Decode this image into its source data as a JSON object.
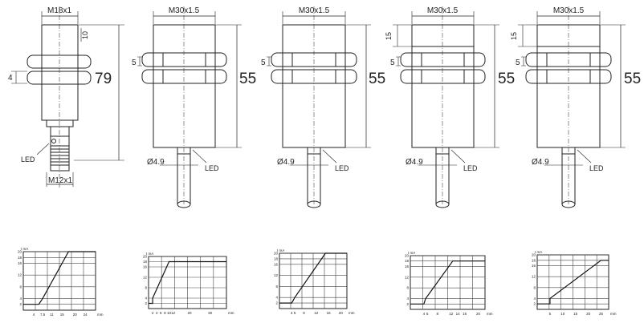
{
  "sensors": [
    {
      "id": "m18",
      "thread_label": "M18x1",
      "connector_label": "M12x1",
      "length_label": "79",
      "nut_label": "4",
      "dim_label": "10",
      "led_label": "LED"
    },
    {
      "id": "m30-a",
      "thread_label": "M30x1.5",
      "length_label": "55",
      "nut_label": "5",
      "cable_label": "Ø4.9",
      "led_label": "LED"
    },
    {
      "id": "m30-b",
      "thread_label": "M30x1.5",
      "length_label": "55",
      "nut_label": "5",
      "cable_label": "Ø4.9",
      "led_label": "LED"
    },
    {
      "id": "m30-c",
      "thread_label": "M30x1.5",
      "length_label": "55",
      "nut_label": "5",
      "head_label": "15",
      "cable_label": "Ø4.9",
      "led_label": "LED"
    },
    {
      "id": "m30-d",
      "thread_label": "M30x1.5",
      "length_label": "55",
      "nut_label": "5",
      "head_label": "15",
      "cable_label": "Ø4.9",
      "led_label": "LED"
    }
  ],
  "chart_data": [
    {
      "type": "line",
      "ylabel": "I mA",
      "xlabel": "mm",
      "yticks": [
        "2",
        "4",
        "8",
        "12",
        "16",
        "18",
        "20"
      ],
      "ytick_vals": [
        2,
        4,
        8,
        12,
        16,
        18,
        20
      ],
      "xticks": [
        "4",
        "7.5",
        "11",
        "15",
        "20",
        "24"
      ],
      "xtick_vals": [
        4,
        7.5,
        11,
        15,
        20,
        24
      ],
      "xlim": [
        0,
        28
      ],
      "ylim": [
        0,
        20
      ],
      "x": [
        0,
        6,
        7.5,
        17.5,
        28
      ],
      "y": [
        2,
        2,
        4,
        20,
        20
      ]
    },
    {
      "type": "line",
      "ylabel": "I mA",
      "xlabel": "mm",
      "yticks": [
        "2",
        "4",
        "8",
        "12",
        "16",
        "18",
        "20"
      ],
      "ytick_vals": [
        2,
        4,
        8,
        12,
        16,
        18,
        20
      ],
      "xticks": [
        "2",
        "4",
        "6",
        "8",
        "10",
        "12",
        "20",
        "30"
      ],
      "xtick_vals": [
        2,
        4,
        6,
        8,
        10,
        12,
        20,
        30
      ],
      "xlim": [
        0,
        38
      ],
      "ylim": [
        0,
        20
      ],
      "x": [
        0,
        2,
        2,
        10,
        38
      ],
      "y": [
        2,
        2,
        4,
        18,
        18
      ]
    },
    {
      "type": "line",
      "ylabel": "I mA",
      "xlabel": "mm",
      "yticks": [
        "2",
        "4",
        "8",
        "12",
        "16",
        "18",
        "20"
      ],
      "ytick_vals": [
        2,
        4,
        8,
        12,
        16,
        18,
        20
      ],
      "xticks": [
        "4",
        "5",
        "8",
        "12",
        "16",
        "20"
      ],
      "xtick_vals": [
        4,
        5,
        8,
        12,
        16,
        20
      ],
      "xlim": [
        0,
        22
      ],
      "ylim": [
        0,
        20
      ],
      "x": [
        0,
        4,
        5,
        15,
        22
      ],
      "y": [
        2,
        2,
        4,
        20,
        20
      ]
    },
    {
      "type": "line",
      "ylabel": "I mA",
      "xlabel": "mm",
      "yticks": [
        "2",
        "4",
        "8",
        "12",
        "16",
        "18",
        "20"
      ],
      "ytick_vals": [
        2,
        4,
        8,
        12,
        16,
        18,
        20
      ],
      "xticks": [
        "4",
        "5",
        "8",
        "12",
        "14",
        "16",
        "20"
      ],
      "xtick_vals": [
        4,
        5,
        8,
        12,
        14,
        16,
        20
      ],
      "xlim": [
        0,
        22
      ],
      "ylim": [
        0,
        20
      ],
      "x": [
        0,
        4,
        4.5,
        12.5,
        22
      ],
      "y": [
        2,
        2,
        4,
        18,
        18
      ]
    },
    {
      "type": "line",
      "ylabel": "I mA",
      "xlabel": "mm",
      "yticks": [
        "2",
        "4",
        "8",
        "12",
        "16",
        "18",
        "20"
      ],
      "ytick_vals": [
        2,
        4,
        8,
        12,
        16,
        18,
        20
      ],
      "xticks": [
        "5",
        "10",
        "15",
        "20",
        "25"
      ],
      "xtick_vals": [
        5,
        10,
        15,
        20,
        25
      ],
      "xlim": [
        0,
        28
      ],
      "ylim": [
        0,
        20
      ],
      "x": [
        0,
        5,
        5,
        25,
        28
      ],
      "y": [
        2,
        2,
        4,
        18,
        18
      ]
    }
  ]
}
